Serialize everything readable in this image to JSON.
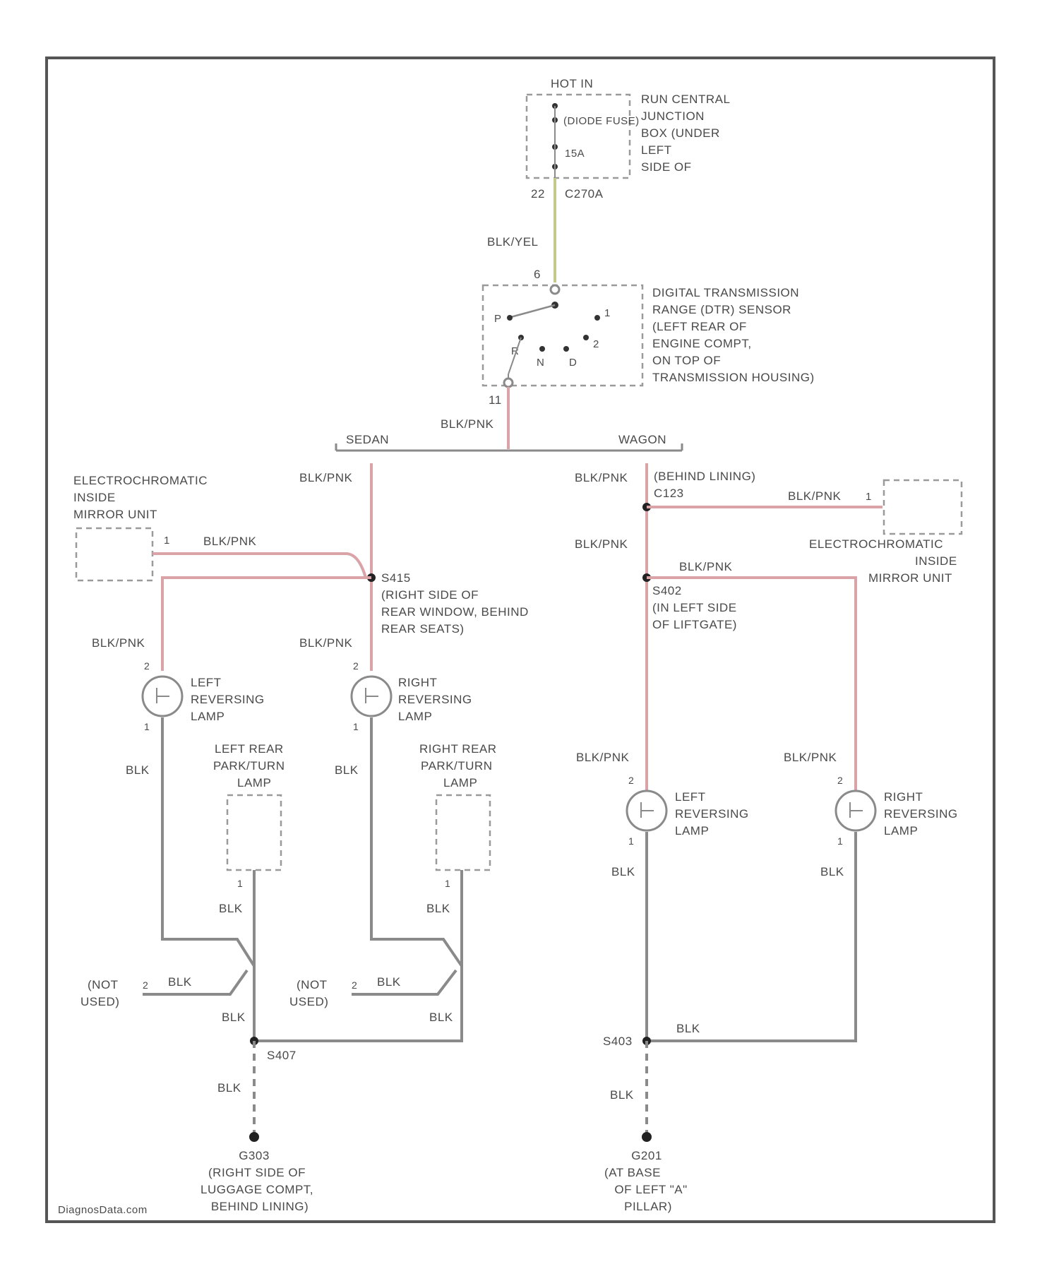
{
  "fuse_box": {
    "top_label": "HOT IN",
    "fuse_label": "(DIODE FUSE)",
    "fuse_amps": "15A",
    "description": [
      "RUN CENTRAL",
      "JUNCTION",
      "BOX (UNDER",
      "LEFT",
      "SIDE OF"
    ],
    "connector_pin": "22",
    "connector_id": "C270A"
  },
  "wires": {
    "feed": "BLK/YEL",
    "output": "BLK/PNK",
    "ground": "BLK"
  },
  "dtr_sensor": {
    "pin_in": "6",
    "pin_out": "11",
    "positions": [
      "P",
      "R",
      "N",
      "D",
      "2",
      "1"
    ],
    "description": [
      "DIGITAL TRANSMISSION",
      "RANGE (DTR) SENSOR",
      "(LEFT REAR OF",
      "ENGINE COMPT,",
      "ON TOP OF",
      "TRANSMISSION HOUSING)"
    ]
  },
  "branches": {
    "sedan": "SEDAN",
    "wagon": "WAGON"
  },
  "sedan": {
    "mirror_label": [
      "ELECTROCHROMATIC",
      "INSIDE",
      "MIRROR UNIT"
    ],
    "mirror_pin": "1",
    "splice_label": [
      "S415",
      "(RIGHT SIDE OF",
      "REAR WINDOW, BEHIND",
      "REAR SEATS)"
    ],
    "left_lamp": [
      "LEFT",
      "REVERSING",
      "LAMP"
    ],
    "right_lamp": [
      "RIGHT",
      "REVERSING",
      "LAMP"
    ],
    "left_turn_lamp": [
      "LEFT REAR",
      "PARK/TURN",
      "LAMP"
    ],
    "right_turn_lamp": [
      "RIGHT REAR",
      "PARK/TURN",
      "LAMP"
    ],
    "not_used": [
      "(NOT",
      "USED)"
    ],
    "ground_splice": "S407",
    "ground": [
      "G303",
      "(RIGHT SIDE OF",
      "LUGGAGE COMPT,",
      "BEHIND LINING)"
    ]
  },
  "wagon": {
    "connector_label": [
      "(BEHIND LINING)",
      "C123"
    ],
    "mirror_label": [
      "ELECTROCHROMATIC",
      "INSIDE",
      "MIRROR UNIT"
    ],
    "mirror_pin": "1",
    "splice_label": [
      "S402",
      "(IN LEFT SIDE",
      "OF LIFTGATE)"
    ],
    "left_lamp": [
      "LEFT",
      "REVERSING",
      "LAMP"
    ],
    "right_lamp": [
      "RIGHT",
      "REVERSING",
      "LAMP"
    ],
    "ground_splice": "S403",
    "ground": [
      "G201",
      "(AT BASE",
      "OF LEFT \"A\"",
      "PILLAR)"
    ]
  },
  "lamp_pins": {
    "top": "2",
    "bottom": "1"
  },
  "footer": "DiagnosData.com"
}
